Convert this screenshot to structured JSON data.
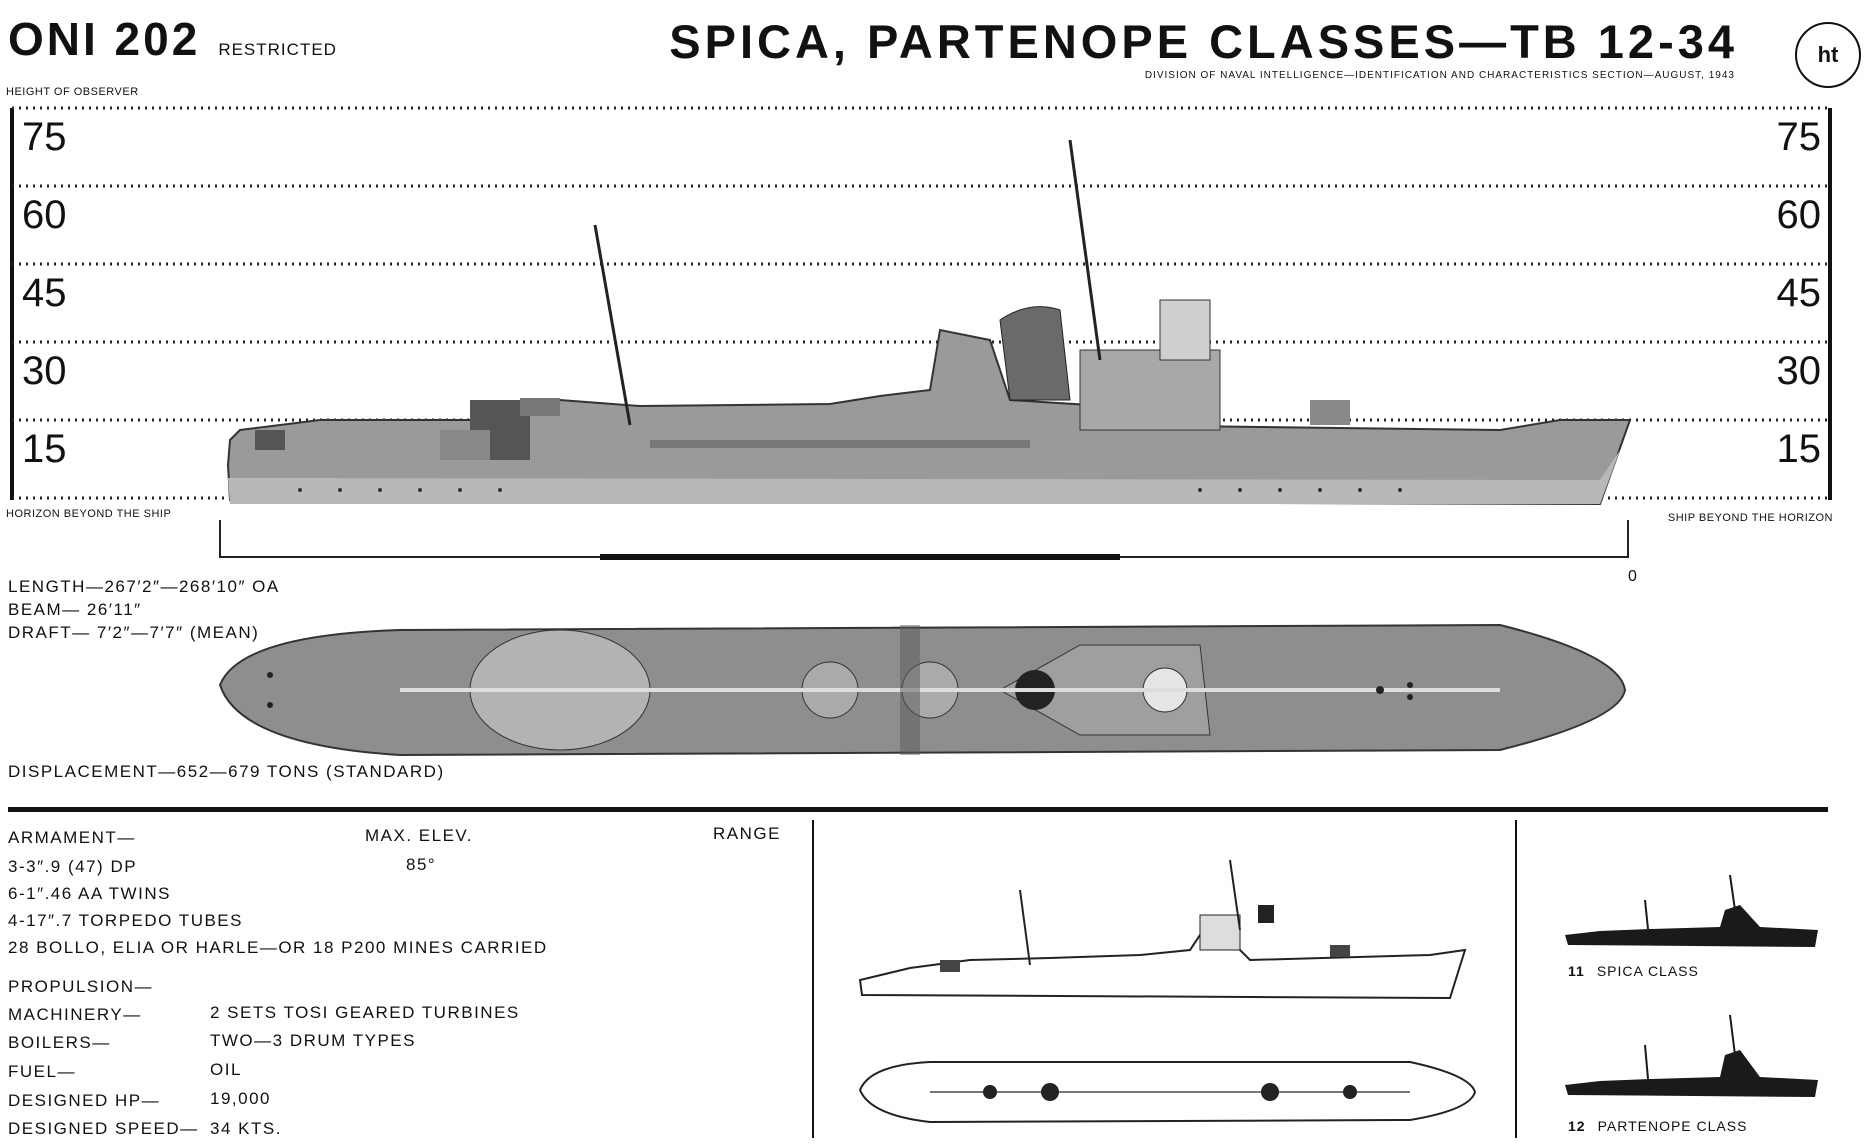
{
  "header": {
    "doc_id": "ONI 202",
    "restriction": "RESTRICTED",
    "title": "SPICA, PARTENOPE CLASSES—TB 12-34",
    "division": "DIVISION OF NAVAL INTELLIGENCE—IDENTIFICATION AND CHARACTERISTICS SECTION—AUGUST, 1943",
    "logo": "ht"
  },
  "profile": {
    "height_label": "HEIGHT OF OBSERVER",
    "scale_left": [
      "75",
      "60",
      "45",
      "30",
      "15"
    ],
    "scale_right": [
      "75",
      "60",
      "45",
      "30",
      "15"
    ],
    "horizon_left": "HORIZON BEYOND THE SHIP",
    "horizon_right": "SHIP BEYOND THE HORIZON",
    "zero_mark": "0"
  },
  "dimensions": {
    "length": "LENGTH—267′2″—268′10″ OA",
    "beam": "BEAM—   26′11″",
    "draft": "DRAFT—  7′2″—7′7″ (MEAN)",
    "displacement": "DISPLACEMENT—652—679 TONS (STANDARD)"
  },
  "armament": {
    "heading": "ARMAMENT—",
    "col_elev": "MAX. ELEV.",
    "col_range": "RANGE",
    "items": [
      {
        "text": "3-3″.9 (47) DP",
        "elev": "85°"
      },
      {
        "text": "6-1″.46 AA TWINS",
        "elev": ""
      },
      {
        "text": "4-17″.7 TORPEDO TUBES",
        "elev": ""
      },
      {
        "text": "28 BOLLO, ELIA OR HARLE—OR 18 P200 MINES CARRIED",
        "elev": ""
      }
    ]
  },
  "propulsion": {
    "heading": "PROPULSION—",
    "rows": [
      {
        "label": "MACHINERY—",
        "value": "2 SETS TOSI GEARED TURBINES"
      },
      {
        "label": "BOILERS—",
        "value": "TWO—3 DRUM TYPES"
      },
      {
        "label": "FUEL—",
        "value": "OIL"
      },
      {
        "label": "DESIGNED HP—",
        "value": "19,000"
      },
      {
        "label": "DESIGNED SPEED—",
        "value": "34 KTS."
      }
    ]
  },
  "classes": [
    {
      "count": "11",
      "name": "SPICA CLASS"
    },
    {
      "count": "12",
      "name": "PARTENOPE CLASS"
    }
  ]
}
